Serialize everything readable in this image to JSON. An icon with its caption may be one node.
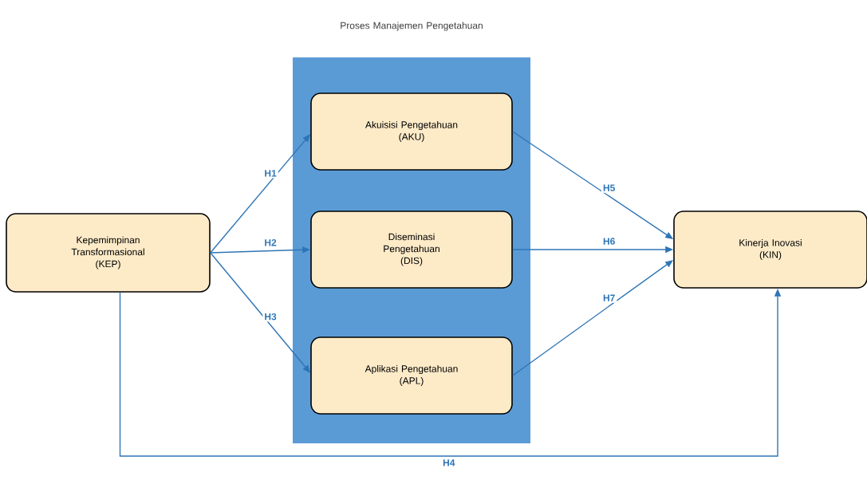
{
  "diagram": {
    "nodes": [
      {
        "text": [
          "Proses Manajemen Pengetahuan"
        ]
      },
      {
        "text": [
          "Kepemimpinan Transformasional",
          "(KEP)"
        ]
      },
      {
        "text": [
          "Akuisisi Pengetahuan",
          "(AKU)"
        ],
        "in": 0
      },
      {
        "text": [
          "Diseminasi Pengetahuan",
          "(DIS)"
        ],
        "in": 0
      },
      {
        "text": [
          "Aplikasi Pengetahuan",
          "(APL)"
        ],
        "in": 0
      },
      {
        "text": [
          "Kinerja Inovasi",
          "(KIN)"
        ]
      }
    ],
    "edges": [
      {
        "from": 1,
        "to": 2,
        "arrow": "to",
        "label": "H1"
      },
      {
        "from": 1,
        "to": 3,
        "arrow": "to",
        "label": "H2"
      },
      {
        "from": 1,
        "to": 4,
        "arrow": "to",
        "label": "H3"
      },
      {
        "from": 1,
        "to": 5,
        "arrow": "to",
        "label": "H4"
      },
      {
        "from": 2,
        "to": 5,
        "arrow": "to",
        "label": "H5"
      },
      {
        "from": 3,
        "to": 5,
        "arrow": "to",
        "label": "H6"
      },
      {
        "from": 4,
        "to": 5,
        "arrow": "to",
        "label": "H7"
      }
    ]
  }
}
